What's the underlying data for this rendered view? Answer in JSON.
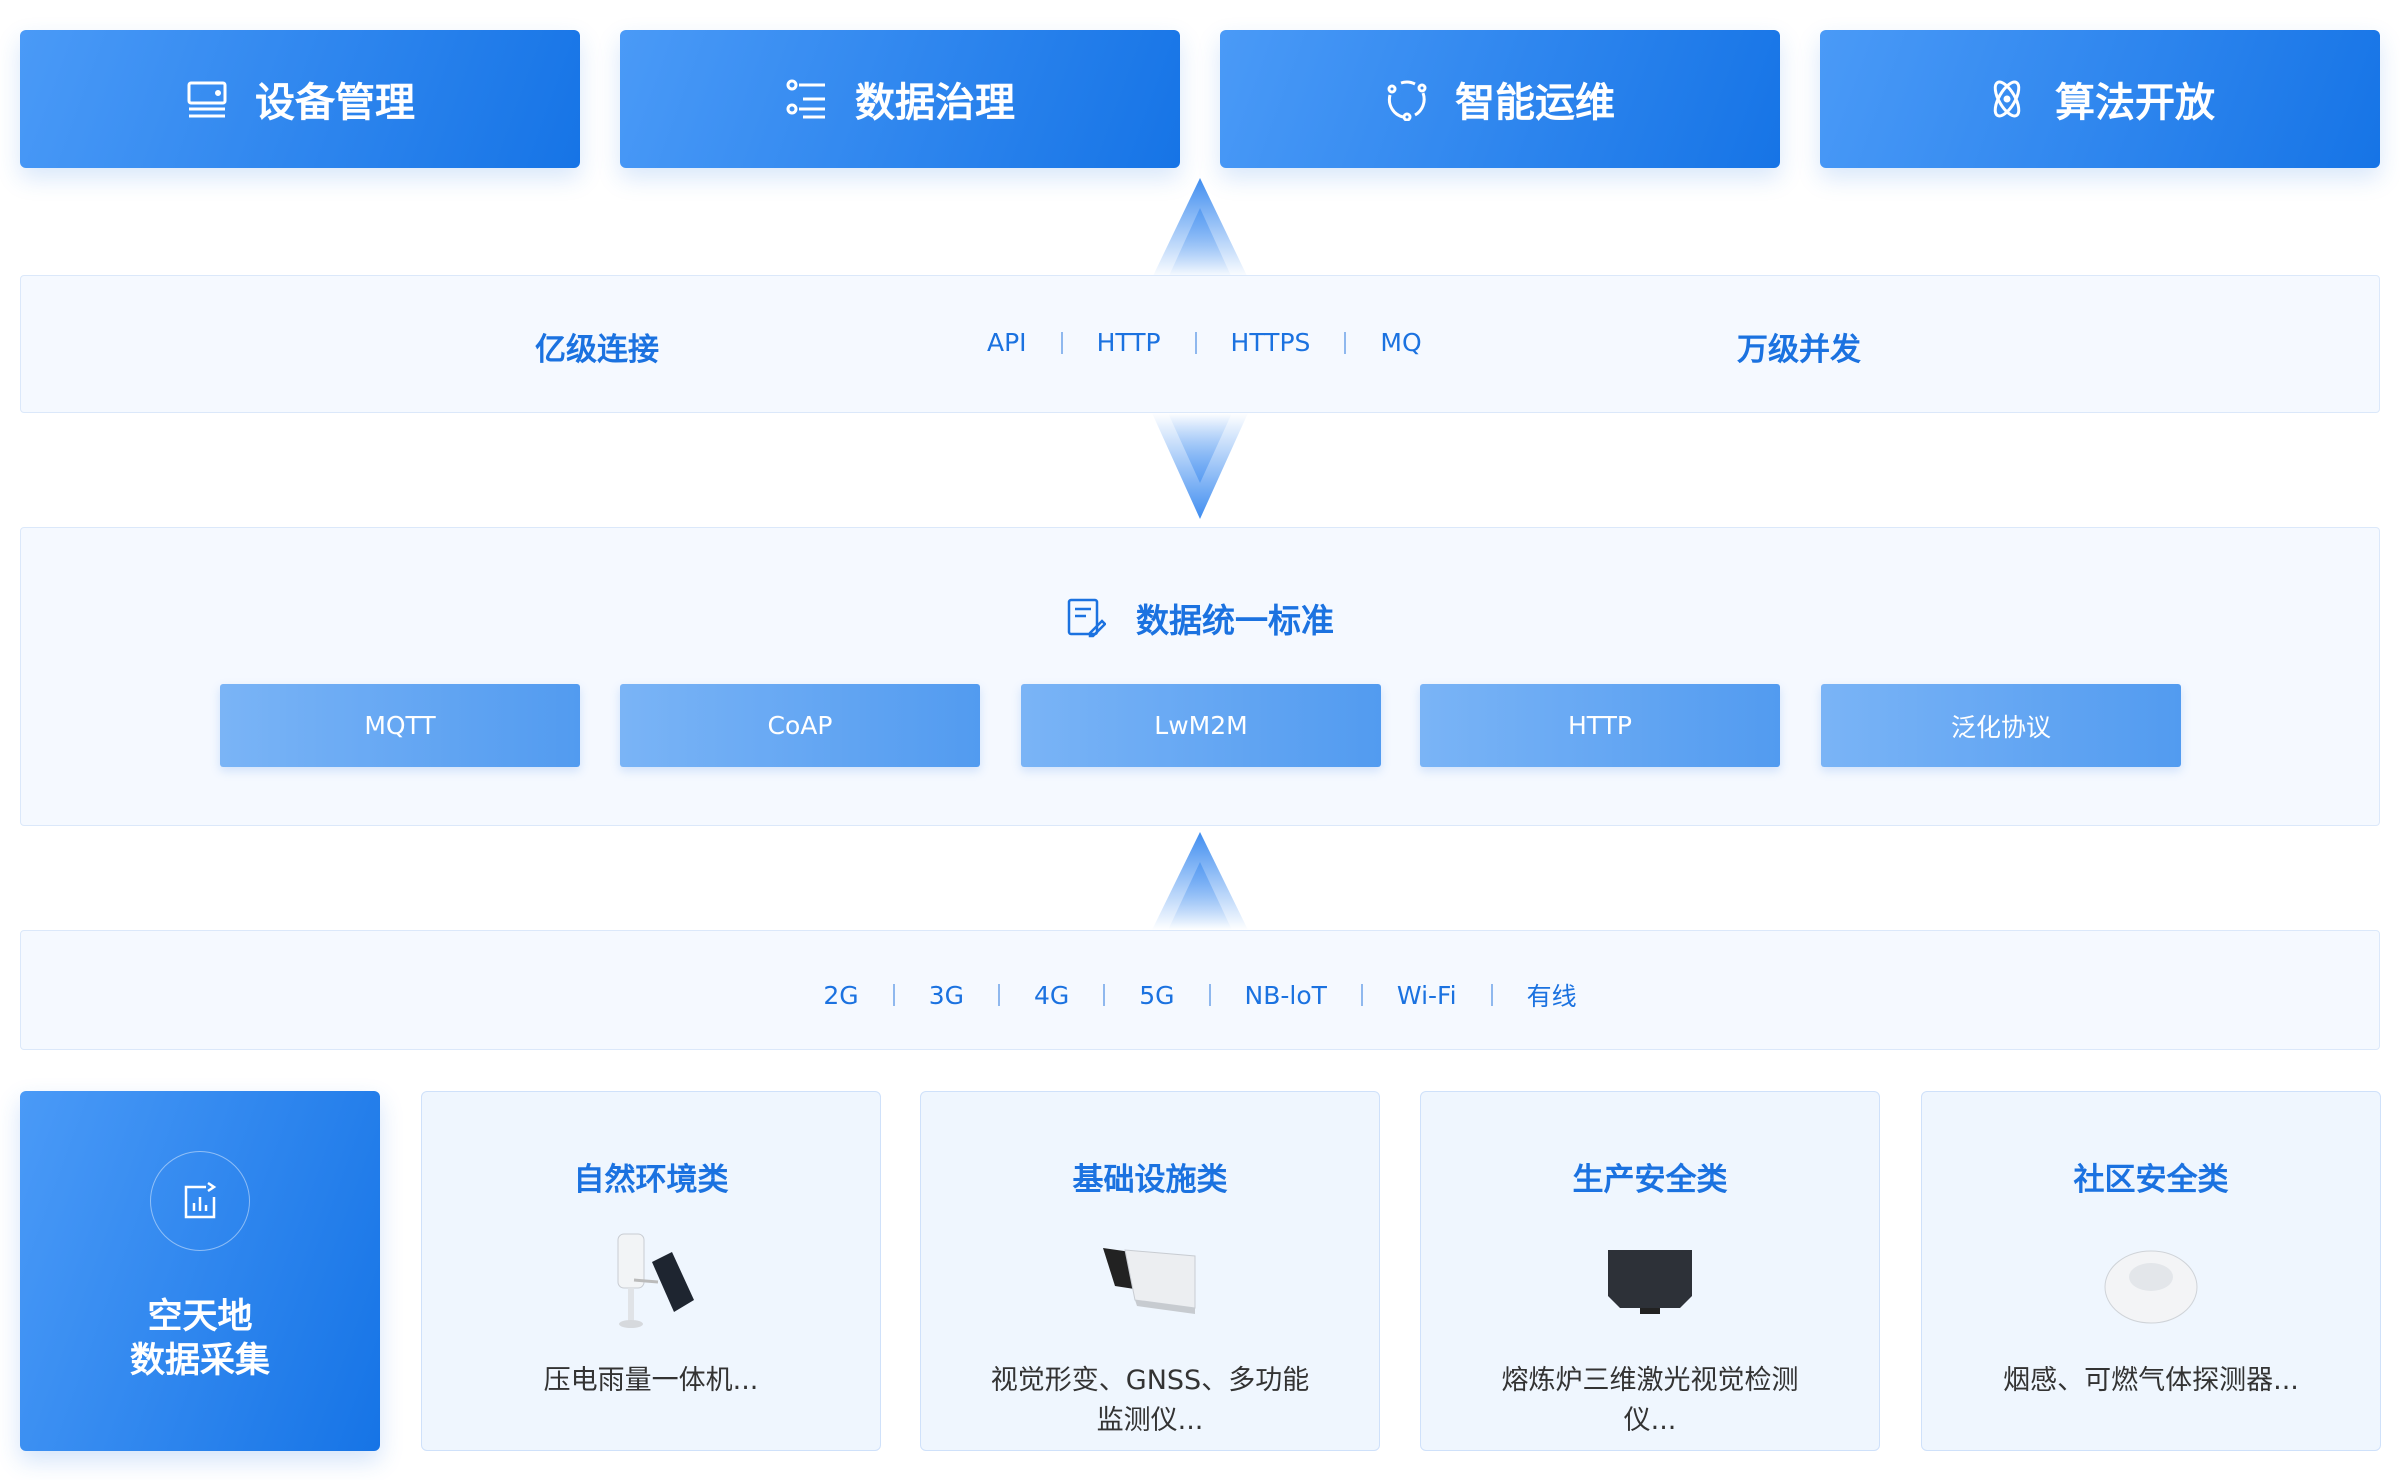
{
  "top_cards": [
    {
      "label": "设备管理",
      "icon": "device-icon"
    },
    {
      "label": "数据治理",
      "icon": "list-settings-icon"
    },
    {
      "label": "智能运维",
      "icon": "ops-cycle-icon"
    },
    {
      "label": "算法开放",
      "icon": "atom-icon"
    }
  ],
  "access_band": {
    "left": "亿级连接",
    "right": "万级并发",
    "protocols": [
      "API",
      "HTTP",
      "HTTPS",
      "MQ"
    ]
  },
  "standard": {
    "title": "数据统一标准",
    "protocols": [
      "MQTT",
      "CoAP",
      "LwM2M",
      "HTTP",
      "泛化协议"
    ]
  },
  "network_band": {
    "items": [
      "2G",
      "3G",
      "4G",
      "5G",
      "NB-loT",
      "Wi-Fi",
      "有线"
    ]
  },
  "collection": {
    "title_line1": "空天地",
    "title_line2": "数据采集"
  },
  "categories": [
    {
      "title": "自然环境类",
      "desc": "压电雨量一体机..."
    },
    {
      "title": "基础设施类",
      "desc": "视觉形变、GNSS、多功能监测仪..."
    },
    {
      "title": "生产安全类",
      "desc": "熔炼炉三维激光视觉检测仪..."
    },
    {
      "title": "社区安全类",
      "desc": "烟感、可燃气体探测器..."
    }
  ],
  "colors": {
    "accent": "#1b72e0",
    "band_bg": "#f5f9ff",
    "card_bg": "#eff6fe"
  }
}
